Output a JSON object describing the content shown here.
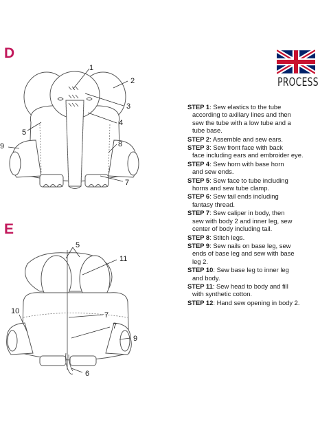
{
  "sections": {
    "d_label": "D",
    "e_label": "E"
  },
  "header": {
    "flag_icon": "uk-flag-icon",
    "process_label": "PROCESS"
  },
  "colors": {
    "section_letter": "#c2185b",
    "flag_blue": "#012169",
    "flag_red": "#c8102e"
  },
  "steps": [
    {
      "key": "STEP 1",
      "lines": [
        ": Sew elastics to the tube",
        "according to axillary lines and then",
        "sew the tube with a low tube and a",
        "tube base."
      ]
    },
    {
      "key": "STEP 2",
      "lines": [
        ": Assemble and sew ears."
      ]
    },
    {
      "key": "STEP 3",
      "lines": [
        ": Sew front face with back",
        "face including ears and embroider eye."
      ]
    },
    {
      "key": "STEP 4",
      "lines": [
        ": Sew horn with base horn",
        "and sew ends."
      ]
    },
    {
      "key": "STEP 5",
      "lines": [
        ": Sew face to tube including",
        "horns and sew tube clamp."
      ]
    },
    {
      "key": "STEP 6",
      "lines": [
        ": Sew tail ends including",
        "fantasy thread."
      ]
    },
    {
      "key": "STEP 7",
      "lines": [
        ": Sew caliper in body, then",
        "sew with body 2 and inner leg, sew",
        "center of body including tail."
      ]
    },
    {
      "key": "STEP 8",
      "lines": [
        ": Stitch legs."
      ]
    },
    {
      "key": "STEP 9",
      "lines": [
        ": Sew nails on base leg, sew",
        "ends of base leg and sew with base",
        "leg 2."
      ]
    },
    {
      "key": "STEP 10",
      "lines": [
        ": Sew base leg to inner leg",
        "and body."
      ]
    },
    {
      "key": "STEP 11",
      "lines": [
        ": Sew head to body and fill",
        "with synthetic cotton."
      ]
    },
    {
      "key": "STEP 12",
      "lines": [
        ": Hand sew opening in body 2."
      ]
    }
  ],
  "diagram_d": {
    "callouts": [
      "1",
      "2",
      "3",
      "4",
      "5",
      "7",
      "8",
      "9"
    ]
  },
  "diagram_e": {
    "callouts": [
      "5",
      "11",
      "10",
      "7",
      "7",
      "9",
      "6"
    ]
  }
}
